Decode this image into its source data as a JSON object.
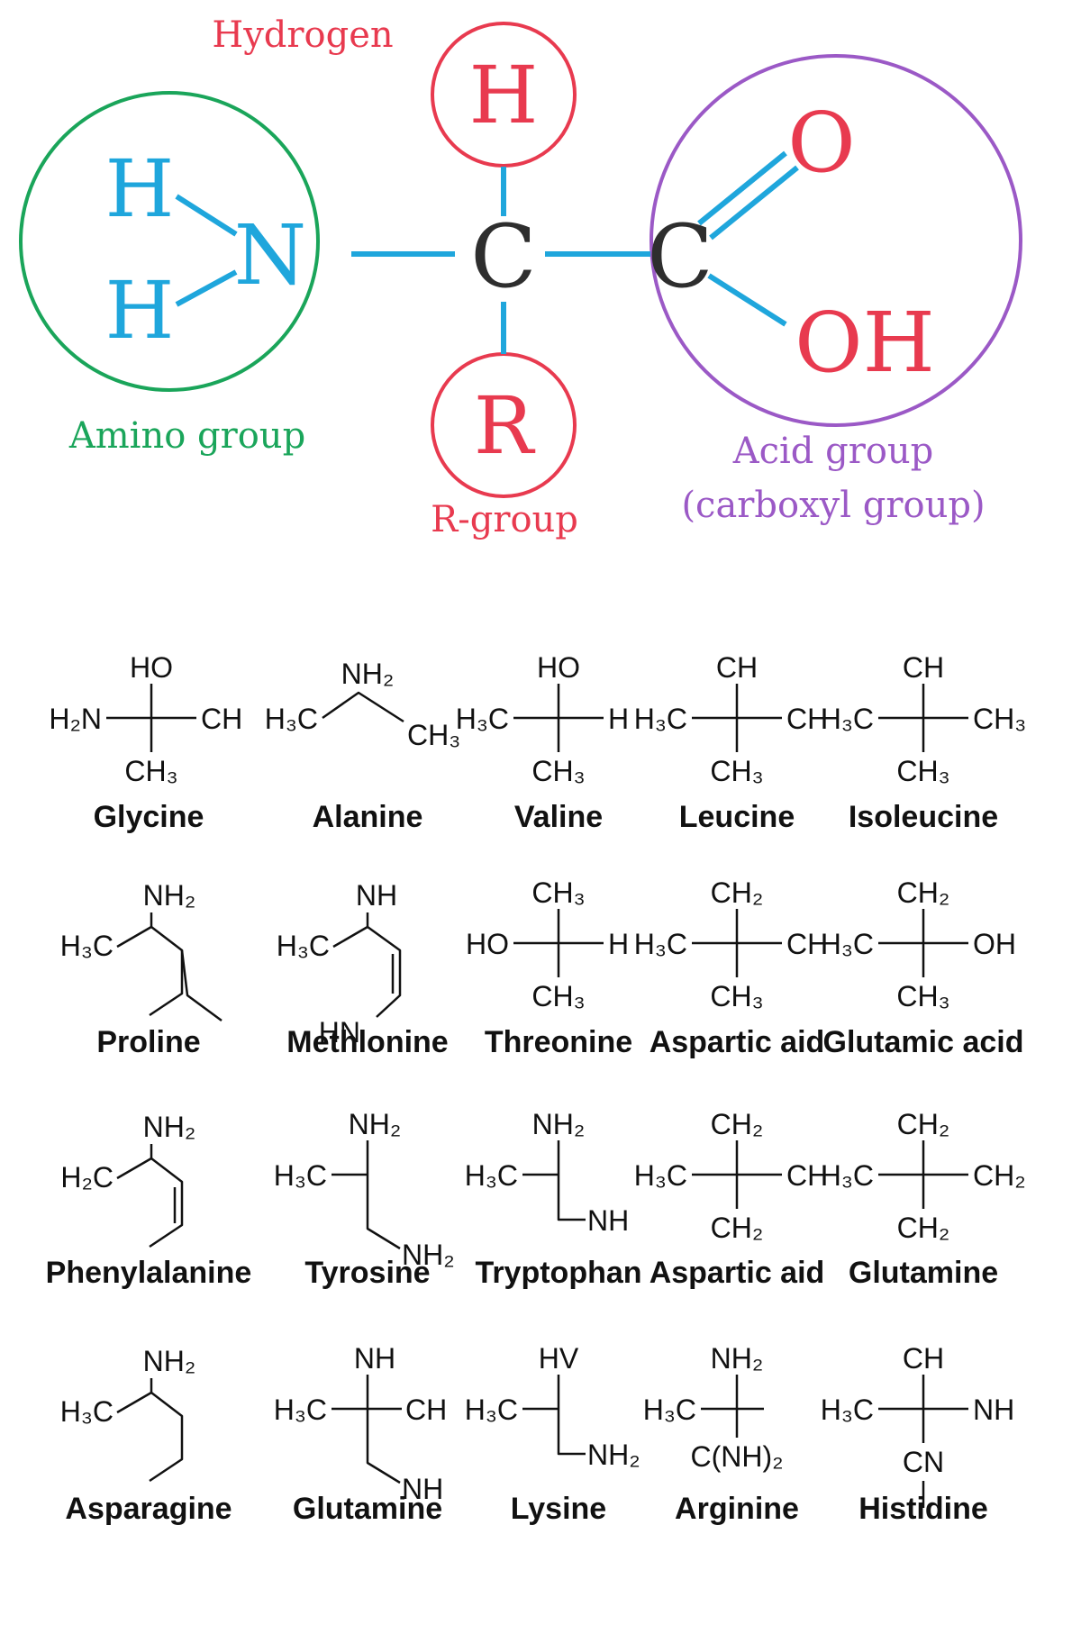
{
  "colors": {
    "hydrogen": "#e83a4f",
    "amino": "#1aa55a",
    "amino_text": "#1fa6dc",
    "acid": "#9b59c6",
    "bond": "#1fa6dc",
    "carbon": "#2e2e2e",
    "ink": "#111111"
  },
  "header": {
    "hydrogen_label": "Hydrogen",
    "amino_label": "Amino group",
    "rgroup_label": "R-group",
    "acid_label_1": "Acid group",
    "acid_label_2": "(carboxyl group)"
  },
  "core": {
    "h_top": "H",
    "amino_h1": "H",
    "amino_h2": "H",
    "amino_n": "N",
    "c_alpha": "C",
    "r": "R",
    "c_acid": "C",
    "o": "O",
    "oh": "OH"
  },
  "amino_acids": [
    {
      "name": "Glycine",
      "top": "HO",
      "left": "H₂N",
      "right": "CH",
      "bottom": "CH₃"
    },
    {
      "name": "Alanine",
      "top": "NH₂",
      "left": "H₃C",
      "right": "CH₃"
    },
    {
      "name": "Valine",
      "top": "HO",
      "left": "H₃C",
      "right": "H",
      "bottom": "CH₃"
    },
    {
      "name": "Leucine",
      "top": "CH",
      "left": "H₃C",
      "right": "CH",
      "bottom": "CH₃"
    },
    {
      "name": "Isoleucine",
      "top": "CH",
      "left": "H₃C",
      "right": "CH₃",
      "bottom": "CH₃"
    },
    {
      "name": "Proline",
      "top": "NH₂",
      "left": "H₃C"
    },
    {
      "name": "Methlonine",
      "top": "NH",
      "left": "H₃C",
      "bottom": "HN"
    },
    {
      "name": "Threonine",
      "top": "CH₃",
      "left": "HO",
      "right": "H",
      "bottom": "CH₃"
    },
    {
      "name": "Aspartic aid",
      "top": "CH₂",
      "left": "H₃C",
      "right": "CH",
      "bottom": "CH₃"
    },
    {
      "name": "Glutamic acid",
      "top": "CH₂",
      "left": "H₃C",
      "right": "OH",
      "bottom": "CH₃"
    },
    {
      "name": "Phenylalanine",
      "top": "NH₂",
      "left": "H₂C"
    },
    {
      "name": "Tyrosine",
      "top": "NH₂",
      "left": "H₃C",
      "bottom": "NH₂"
    },
    {
      "name": "Tryptophan",
      "top": "NH₂",
      "left": "H₃C",
      "bottom": "NH"
    },
    {
      "name": "Aspartic aid",
      "top": "CH₂",
      "left": "H₃C",
      "right": "CH",
      "bottom": "CH₂"
    },
    {
      "name": "Glutamine",
      "top": "CH₂",
      "left": "H₃C",
      "right": "CH₂",
      "bottom": "CH₂"
    },
    {
      "name": "Asparagine",
      "top": "NH₂",
      "left": "H₃C"
    },
    {
      "name": "Glutamine",
      "top": "NH",
      "left": "H₃C",
      "right": "CH",
      "bottom": "NH"
    },
    {
      "name": "Lysine",
      "top": "HV",
      "left": "H₃C",
      "bottom": "NH₂"
    },
    {
      "name": "Arginine",
      "top": "NH₂",
      "left": "H₃C",
      "bottom": "C(NH)₂"
    },
    {
      "name": "Histidine",
      "top": "CH",
      "left": "H₃C",
      "right": "NH",
      "bottom": "CN"
    }
  ]
}
